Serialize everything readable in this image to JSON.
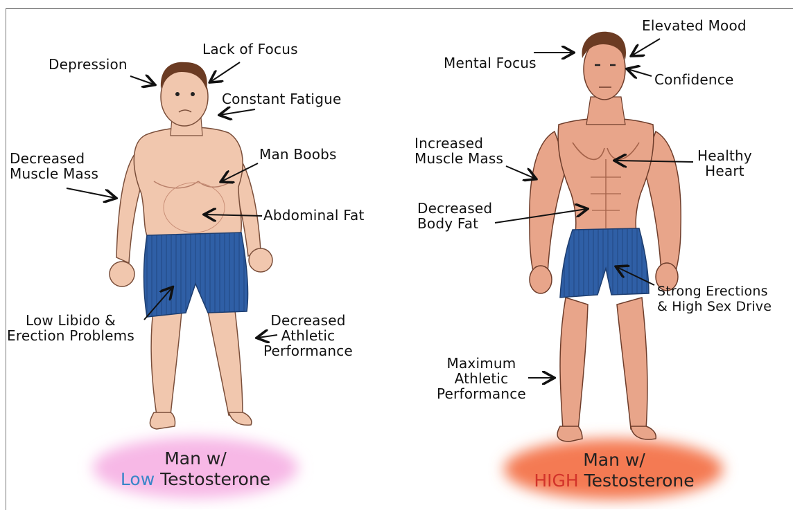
{
  "colors": {
    "skin": "#f1c7ae",
    "skin_shadow": "#d99a7e",
    "muscle": "#e8a58a",
    "shorts": "#2f5fa6",
    "hair": "#6b3b23",
    "low_blob": "#f7b8e6",
    "high_blob": "#f47a52",
    "low_word": "#3a86c8",
    "high_word": "#d2332a"
  },
  "low_man": {
    "labels": {
      "depression": "Depression",
      "lack_of_focus": "Lack of Focus",
      "constant_fatigue": "Constant Fatigue",
      "decreased_muscle_mass": "Decreased\nMuscle Mass",
      "man_boobs": "Man Boobs",
      "abdominal_fat": "Abdominal Fat",
      "low_libido": "Low Libido &\nErection Problems",
      "decreased_athletic": "Decreased\nAthletic\nPerformance"
    },
    "caption_prefix": "Man w/",
    "caption_word": "Low",
    "caption_suffix": "Testosterone"
  },
  "high_man": {
    "labels": {
      "elevated_mood": "Elevated Mood",
      "mental_focus": "Mental Focus",
      "confidence": "Confidence",
      "increased_muscle_mass": "Increased\nMuscle Mass",
      "healthy_heart": "Healthy\nHeart",
      "decreased_body_fat": "Decreased\nBody Fat",
      "strong_erections": "Strong Erections\n& High Sex Drive",
      "maximum_athletic": "Maximum\nAthletic\nPerformance"
    },
    "caption_prefix": "Man w/",
    "caption_word": "HIGH",
    "caption_suffix": "Testosterone"
  }
}
